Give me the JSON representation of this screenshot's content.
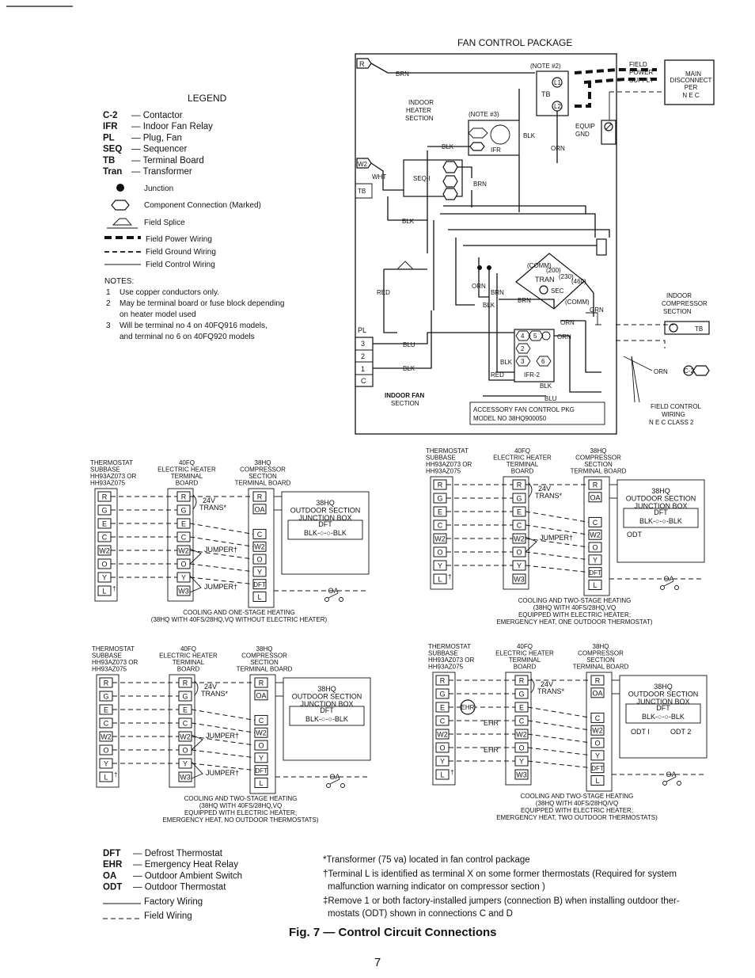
{
  "page": {
    "page_number": "7",
    "figure_caption": "Fig. 7 — Control Circuit Connections"
  },
  "top": {
    "title": "FAN CONTROL PACKAGE",
    "legend_title": "LEGEND",
    "legend": [
      {
        "abbr": "C-2",
        "desc": "— Contactor"
      },
      {
        "abbr": "IFR",
        "desc": "— Indoor Fan Relay"
      },
      {
        "abbr": "PL",
        "desc": "— Plug, Fan"
      },
      {
        "abbr": "SEQ",
        "desc": "— Sequencer"
      },
      {
        "abbr": "TB",
        "desc": "— Terminal Board"
      },
      {
        "abbr": "Tran",
        "desc": "— Transformer"
      }
    ],
    "symbols": [
      {
        "icon": "junction-dot-icon",
        "label": "Junction"
      },
      {
        "icon": "hexagon-icon",
        "label": "Component Connection (Marked)"
      },
      {
        "icon": "field-splice-icon",
        "label": "Field Splice"
      },
      {
        "icon": "field-power-wiring-icon",
        "label": "Field Power Wiring"
      },
      {
        "icon": "field-ground-wiring-icon",
        "label": "Field Ground Wiring"
      },
      {
        "icon": "field-control-wiring-icon",
        "label": "Field Control Wiring"
      }
    ],
    "notes_title": "NOTES:",
    "notes": [
      {
        "num": "1",
        "text": "Use copper conductors only."
      },
      {
        "num": "2",
        "text": "May be terminal board or fuse block depending"
      },
      {
        "num": "",
        "text": "on heater model used"
      },
      {
        "num": "3",
        "text": "Will be terminal no 4 on 40FQ916 models,"
      },
      {
        "num": "",
        "text": "and terminal no 6 on 40FQ920 models"
      }
    ],
    "labels": {
      "r_term": "R",
      "brn": "BRN",
      "note2": "(NOTE #2)",
      "field_power_supply": [
        "FIELD",
        "POWER",
        "SUPPLY"
      ],
      "main_disconnect": [
        "MAIN",
        "DISCONNECT",
        "PER",
        "N E C"
      ],
      "l1": "L1",
      "l2": "L2",
      "tb": "TB",
      "indoor_heater_section": [
        "INDOOR",
        "HEATER",
        "SECTION"
      ],
      "note3": "(NOTE #3)",
      "equip_gnd": [
        "EQUIP",
        "GND"
      ],
      "blk": "BLK",
      "ifr": "IFR",
      "orn": "ORN",
      "w2": "W2",
      "wht": "WHT",
      "seq1": "SEQ-I",
      "tb_left": "TB",
      "red": "RED",
      "comm": "(COMM)",
      "v200": "(200)",
      "v230": "(230)",
      "v460": "(460)",
      "tran": "TRAN",
      "sec": "SEC",
      "grn": "GRN",
      "indoor_compressor_section": [
        "INDOOR",
        "COMPRESSOR",
        "SECTION"
      ],
      "pl": "PL",
      "blu": "BLU",
      "ifr2": "IFR-2",
      "c2": "C-2",
      "indoor_fan_section": [
        "INDOOR FAN",
        "SECTION"
      ],
      "accessory": [
        "ACCESSORY FAN CONTROL PKG",
        "MODEL NO 38HQ900050"
      ],
      "field_control_wiring": [
        "FIELD CONTROL",
        "WIRING",
        "N E C CLASS 2"
      ],
      "pl_pins": [
        "3",
        "2",
        "1",
        "C"
      ],
      "ifr2_pins": [
        "4",
        "5",
        "2",
        "3",
        "6"
      ]
    }
  },
  "diagrams": [
    {
      "id": "a",
      "subbase": [
        "THERMOSTAT",
        "SUBBASE",
        "HH93AZ073 OR",
        "HH93AZ075"
      ],
      "heater": [
        "40FQ",
        "ELECTRIC HEATER",
        "TERMINAL",
        "BOARD"
      ],
      "compressor": [
        "38HQ",
        "COMPRESSOR",
        "SECTION",
        "TERMINAL BOARD"
      ],
      "thermostat_terms": [
        "R",
        "G",
        "E",
        "C",
        "W2",
        "O",
        "Y",
        "L"
      ],
      "heater_terms": [
        "R",
        "G",
        "E",
        "C",
        "W2",
        "O",
        "Y",
        "W3"
      ],
      "comp_terms": [
        "R",
        "OA",
        "C",
        "W2",
        "O",
        "Y",
        "DFT",
        "L"
      ],
      "trans": [
        "24V",
        "TRANS*"
      ],
      "jumper1": "JUMPER†",
      "jumper2": "JUMPER†",
      "outdoor": [
        "38HQ",
        "OUTDOOR SECTION",
        "JUNCTION BOX"
      ],
      "dft": "DFT",
      "dft_wire": "BLK-○-○-BLK",
      "oa": "OA",
      "caption": [
        "COOLING AND ONE-STAGE HEATING",
        "(38HQ WITH 40FS/28HQ,VQ WITHOUT ELECTRIC HEATER)"
      ]
    },
    {
      "id": "b",
      "subbase": [
        "THERMOSTAT",
        "SUBBASE",
        "HH93AZ073 OR",
        "HH93AZ075"
      ],
      "heater": [
        "40FQ",
        "ELECTRIC HEATER",
        "TERMINAL",
        "BOARD"
      ],
      "compressor": [
        "38HQ",
        "COMPRESSOR",
        "SECTION",
        "TERMINAL BOARD"
      ],
      "thermostat_terms": [
        "R",
        "G",
        "E",
        "C",
        "W2",
        "O",
        "Y",
        "L"
      ],
      "heater_terms": [
        "R",
        "G",
        "E",
        "C",
        "W2",
        "O",
        "Y",
        "W3"
      ],
      "comp_terms": [
        "R",
        "OA",
        "C",
        "W2",
        "O",
        "Y",
        "DFT",
        "L"
      ],
      "trans": [
        "24V",
        "TRANS*"
      ],
      "jumper1": "JUMPER†",
      "outdoor": [
        "38HQ",
        "OUTDOOR SECTION",
        "JUNCTION BOX"
      ],
      "dft": "DFT",
      "dft_wire": "BLK-○-○-BLK",
      "odt": "ODT",
      "oa": "OA",
      "caption": [
        "COOLING AND TWO-STAGE HEATING",
        "(38HQ WITH 40FS/28HQ,VQ",
        "EQUIPPED WITH ELECTRIC HEATER;",
        "EMERGENCY HEAT, ONE OUTDOOR THERMOSTAT)"
      ]
    },
    {
      "id": "c",
      "subbase": [
        "THERMOSTAT",
        "SUBBASE",
        "HH93AZ073 OR",
        "HH93AZ075"
      ],
      "heater": [
        "40FQ",
        "ELECTRIC HEATER",
        "TERMINAL",
        "BOARD"
      ],
      "compressor": [
        "38HQ",
        "COMPRESSOR",
        "SECTION",
        "TERMINAL BOARD"
      ],
      "thermostat_terms": [
        "R",
        "G",
        "E",
        "C",
        "W2",
        "O",
        "Y",
        "L"
      ],
      "heater_terms": [
        "R",
        "G",
        "E",
        "C",
        "W2",
        "O",
        "Y",
        "W3"
      ],
      "comp_terms": [
        "R",
        "OA",
        "C",
        "W2",
        "O",
        "Y",
        "DFT",
        "L"
      ],
      "trans": [
        "24V",
        "TRANS*"
      ],
      "jumper1": "JUMPER†",
      "jumper2": "JUMPER†",
      "outdoor": [
        "38HQ",
        "OUTDOOR SECTION",
        "JUNCTION BOX"
      ],
      "dft": "DFT",
      "dft_wire": "BLK-○-○-BLK",
      "oa": "OA",
      "caption": [
        "COOLING AND TWO-STAGE HEATING",
        "(38HQ WITH 40FS/28HQ,VQ",
        "EQUIPPED WITH ELECTRIC HEATER;",
        "EMERGENCY HEAT, NO OUTDOOR THERMOSTATS)"
      ]
    },
    {
      "id": "d",
      "subbase": [
        "THERMOSTAT",
        "SUBBASE",
        "HH93AZ073 OR",
        "HH93AZ075"
      ],
      "heater": [
        "40FQ",
        "ELECTRIC HEATER",
        "TERMINAL",
        "BOARD"
      ],
      "compressor": [
        "38HQ",
        "COMPRESSOR",
        "SECTION",
        "TERMINAL BOARD"
      ],
      "thermostat_terms": [
        "R",
        "G",
        "E",
        "C",
        "W2",
        "O",
        "Y",
        "L"
      ],
      "heater_terms": [
        "R",
        "G",
        "E",
        "C",
        "W2",
        "O",
        "Y",
        "W3"
      ],
      "comp_terms": [
        "R",
        "OA",
        "C",
        "W2",
        "O",
        "Y",
        "DFT",
        "L"
      ],
      "trans": [
        "24V",
        "TRANS*"
      ],
      "ehr": "EHR",
      "ehr_a": "EHR",
      "ehr_b": "EHR",
      "outdoor": [
        "38HQ",
        "OUTDOOR SECTION",
        "JUNCTION BOX"
      ],
      "dft": "DFT",
      "dft_wire": "BLK-○-○-BLK",
      "odt1": "ODT I",
      "odt2": "ODT 2",
      "oa": "OA",
      "caption": [
        "COOLING AND TWO-STAGE HEATING",
        "(38HQ WITH 40FS/28HQ/VQ",
        "EQUIPPED WITH ELECTRIC HEATER;",
        "EMERGENCY HEAT, TWO OUTDOOR THERMOSTATS)"
      ]
    }
  ],
  "bottom_legend": [
    {
      "abbr": "DFT",
      "desc": "— Defrost Thermostat"
    },
    {
      "abbr": "EHR",
      "desc": "— Emergency Heat Relay"
    },
    {
      "abbr": "OA",
      "desc": "— Outdoor Ambient Switch"
    },
    {
      "abbr": "ODT",
      "desc": "— Outdoor Thermostat"
    }
  ],
  "wiring_legend": [
    {
      "icon": "factory-wiring-icon",
      "label": "Factory Wiring"
    },
    {
      "icon": "field-wiring-icon",
      "label": "Field Wiring"
    }
  ],
  "footnotes": [
    "*Transformer (75 va) located in fan control package",
    "†Terminal L is identified as terminal X on some former thermostats (Required for system",
    "malfunction warning indicator on compressor section )",
    "‡Remove 1 or both factory-installed jumpers (connection B) when installing outdoor ther-",
    "mostats (ODT) shown in connections C and D"
  ]
}
